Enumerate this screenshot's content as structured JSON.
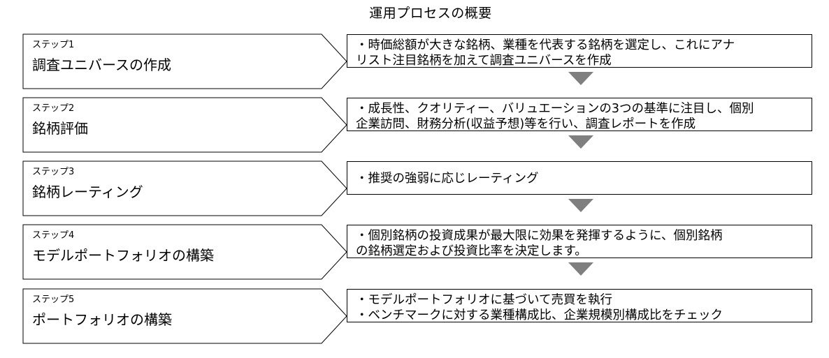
{
  "title": "運用プロセスの概要",
  "arrow_color": "#7f7f7f",
  "steps": [
    {
      "label": "ステップ1",
      "name": "調査ユニバースの作成",
      "lines": [
        "・時価総額が大きな銘柄、業種を代表する銘柄を選定し、これにアナ",
        "リスト注目銘柄を加えて調査ユニバースを作成"
      ]
    },
    {
      "label": "ステップ2",
      "name": "銘柄評価",
      "lines": [
        "・成長性、クオリティー、バリュエーションの3つの基準に注目し、個別",
        "企業訪問、財務分析(収益予想)等を行い、調査レポートを作成"
      ]
    },
    {
      "label": "ステップ3",
      "name": "銘柄レーティング",
      "lines": [
        "・推奨の強弱に応じレーティング"
      ]
    },
    {
      "label": "ステップ4",
      "name": "モデルポートフォリオの構築",
      "lines": [
        "・個別銘柄の投資成果が最大限に効果を発揮するように、個別銘柄",
        "の銘柄選定および投資比率を決定します。"
      ]
    },
    {
      "label": "ステップ5",
      "name": "ポートフォリオの構築",
      "lines": [
        "・モデルポートフォリオに基づいて売買を執行",
        "・ベンチマークに対する業種構成比、企業規模別構成比をチェック"
      ]
    }
  ]
}
